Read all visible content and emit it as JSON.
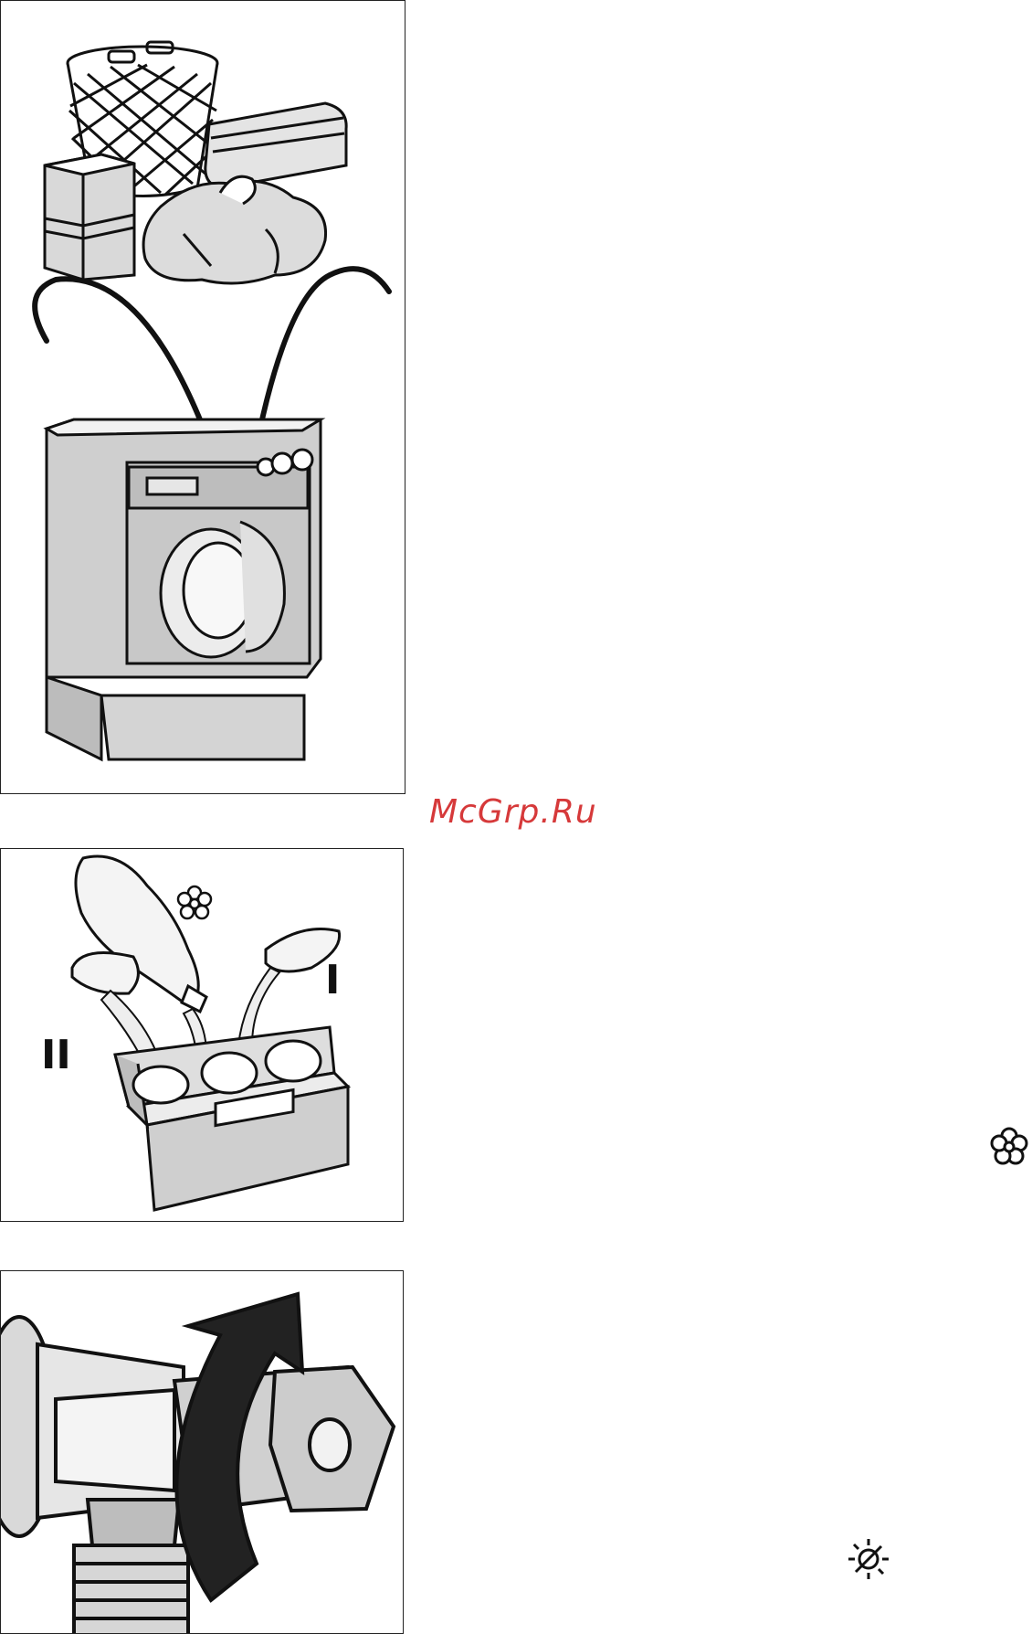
{
  "watermark": {
    "text": "McGrp.Ru"
  },
  "panels": [
    {
      "id": "loading-laundry"
    },
    {
      "id": "detergent-dispenser",
      "labels": {
        "compartment_one": "I",
        "compartment_two": "II"
      }
    },
    {
      "id": "water-tap"
    }
  ],
  "margin_symbols": {
    "softener": "softener-flower-icon",
    "rinse_hold": "sun-crossed-icon"
  },
  "colors": {
    "watermark": "#d6393a",
    "outline": "#222222",
    "shade": "#cfcfcf"
  }
}
